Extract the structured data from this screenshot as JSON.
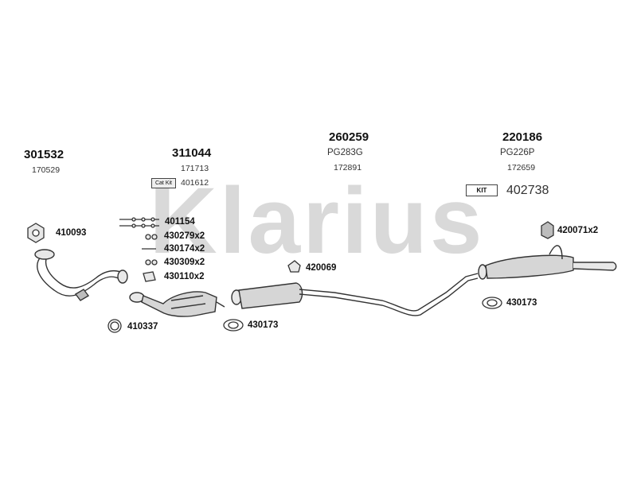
{
  "watermark": "Klarius",
  "colors": {
    "watermark": "#d9d9d9",
    "line": "#333333",
    "fill_dark": "#bdbdbd",
    "fill_light": "#e8e8e8"
  },
  "parts": {
    "front_pipe": {
      "number": "301532",
      "ref": "170529"
    },
    "catalyst": {
      "number": "311044",
      "ref": "171713",
      "catkit_label": "Cat Kit",
      "catkit_number": "401612"
    },
    "middle_silencer": {
      "number": "260259",
      "code": "PG283G",
      "ref": "172891"
    },
    "rear_silencer": {
      "number": "220186",
      "code": "PG226P",
      "ref": "172659",
      "kit_label": "KIT",
      "kit_number": "402738"
    }
  },
  "fittings": {
    "f410093": "410093",
    "f401154": "401154",
    "f430279": "430279x2",
    "f430174": "430174x2",
    "f430309": "430309x2",
    "f430110": "430110x2",
    "f410337": "410337",
    "f420069": "420069",
    "f430173a": "430173",
    "f430173b": "430173",
    "f420071": "420071x2"
  }
}
